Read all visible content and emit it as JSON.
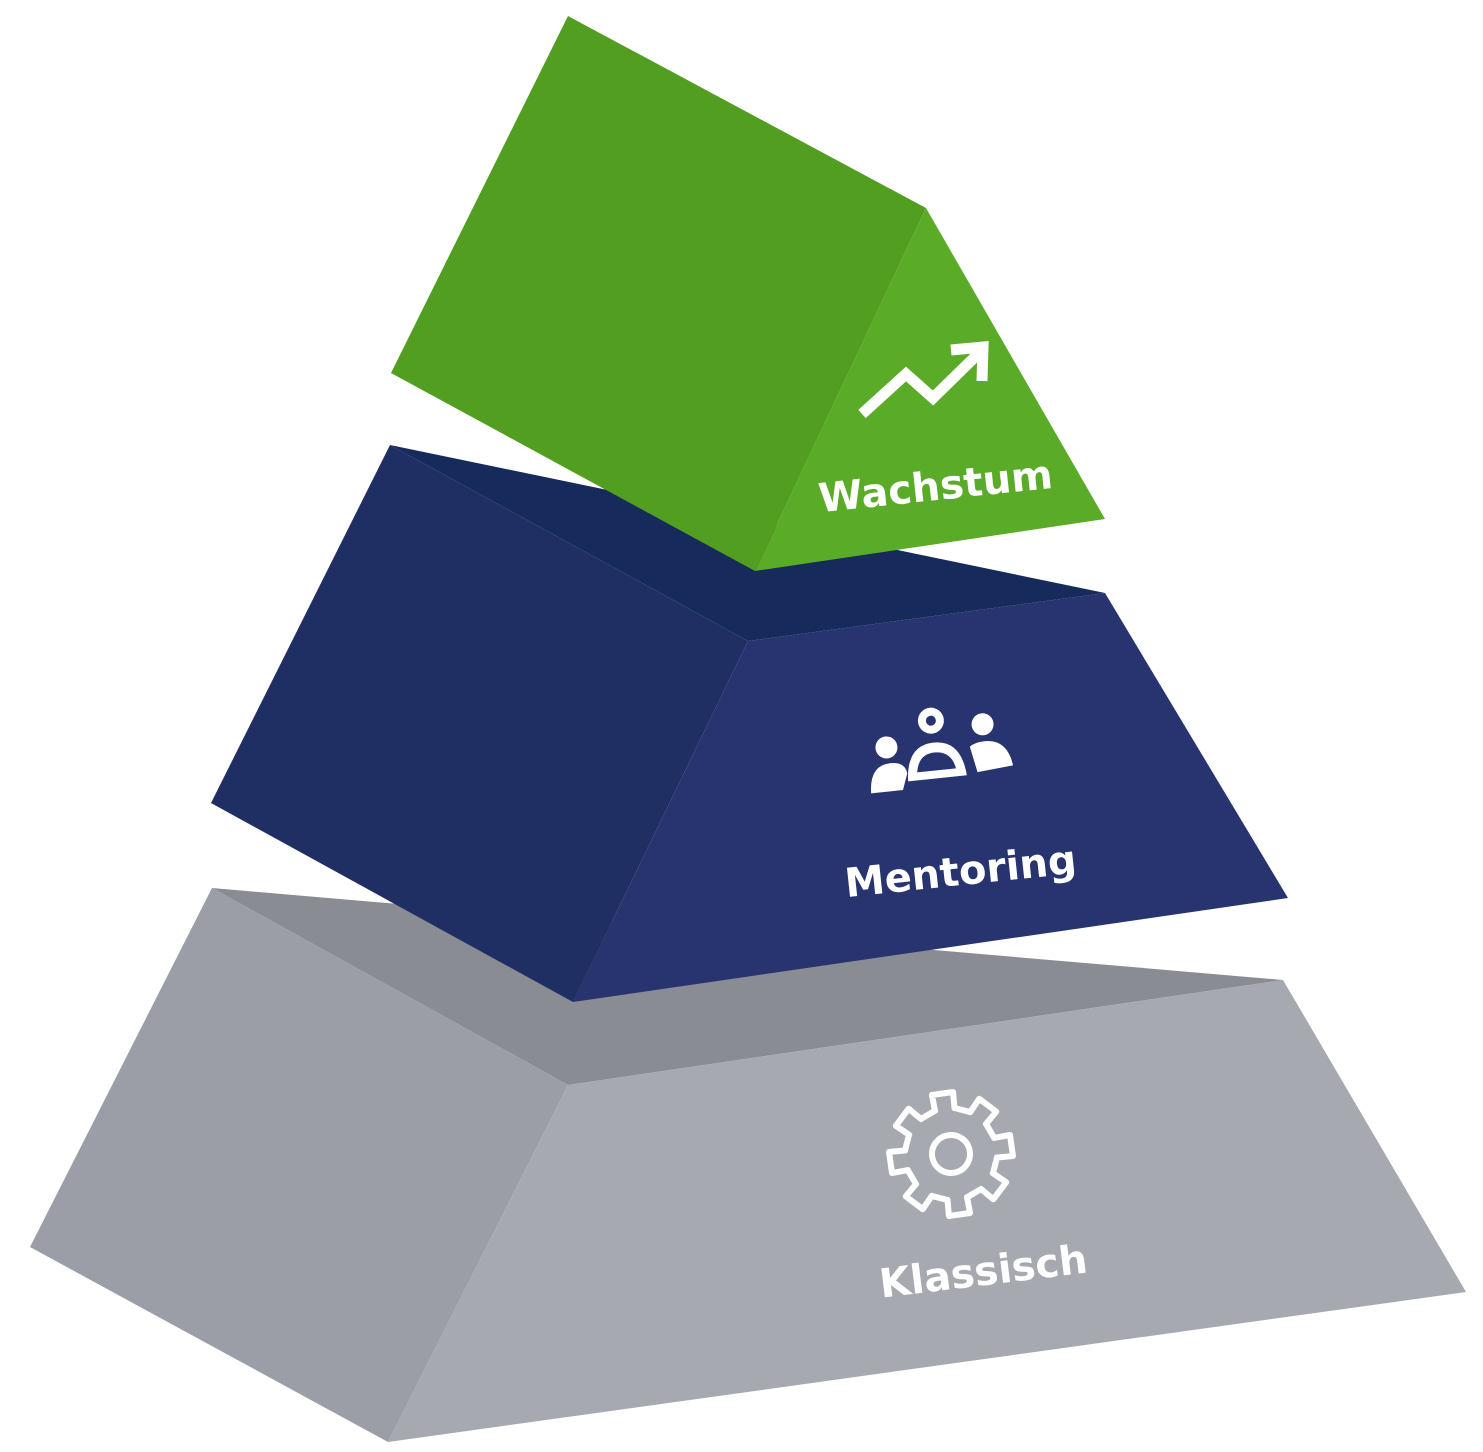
{
  "pyramid": {
    "tiers": [
      {
        "id": "top",
        "label": "Wachstum",
        "icon": "trending-up-icon"
      },
      {
        "id": "middle",
        "label": "Mentoring",
        "icon": "group-icon"
      },
      {
        "id": "bottom",
        "label": "Klassisch",
        "icon": "gear-icon"
      }
    ]
  },
  "colors": {
    "green_left": "#529e21",
    "green_right": "#5aab27",
    "navy_left": "#1f2f63",
    "navy_right": "#28346f",
    "navy_top": "#162a5b",
    "gray_left": "#9b9ea6",
    "gray_right": "#a7a9b1",
    "gray_top": "#8a8c94",
    "icon_white": "#ffffff"
  }
}
